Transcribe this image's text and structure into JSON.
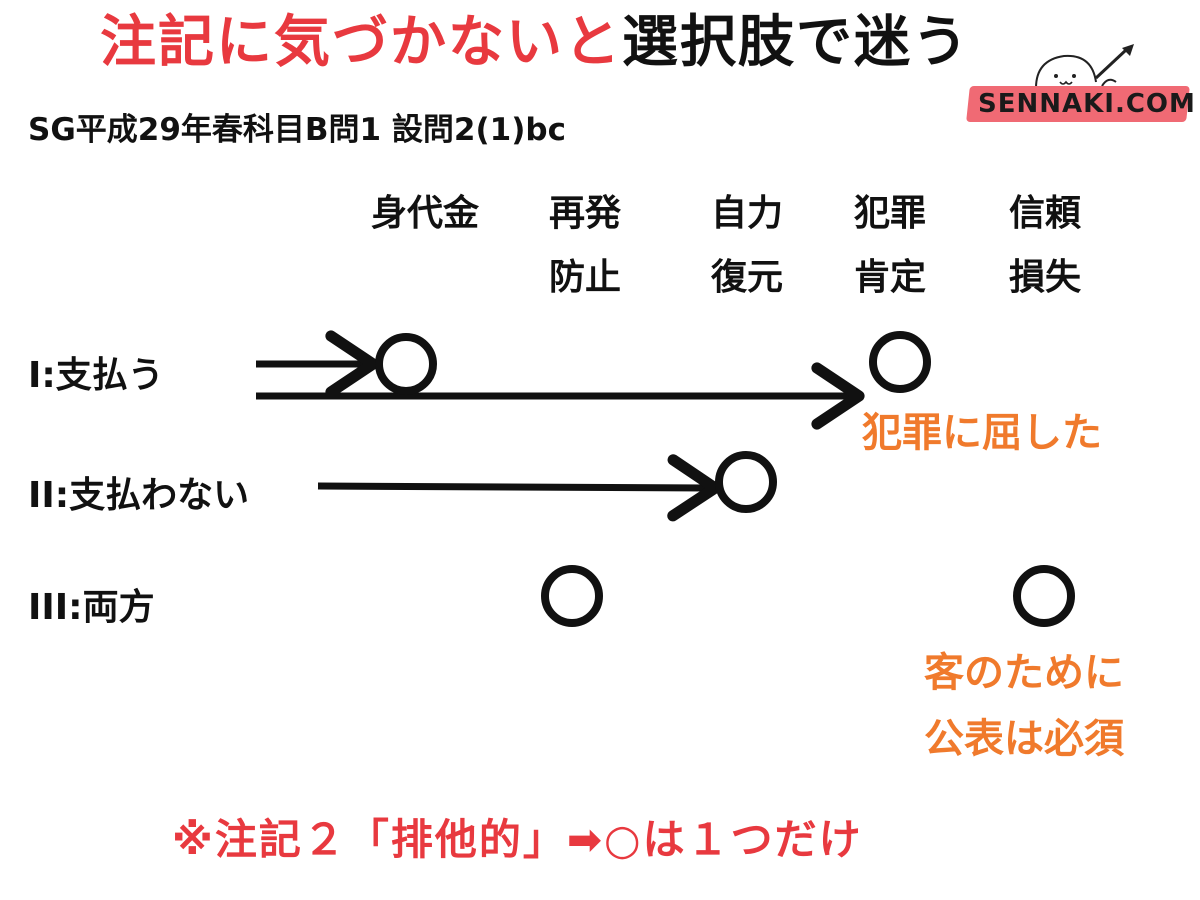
{
  "title": {
    "red_part": "注記に気づかないと",
    "black_part": "選択肢で迷う"
  },
  "subtitle": "SG平成29年春科目B問1 設問2(1)bc",
  "brand": "SENNAKI.COM",
  "columns": [
    {
      "line1": "身代金",
      "line2": ""
    },
    {
      "line1": "再発",
      "line2": "防止"
    },
    {
      "line1": "自力",
      "line2": "復元"
    },
    {
      "line1": "犯罪",
      "line2": "肯定"
    },
    {
      "line1": "信頼",
      "line2": "損失"
    }
  ],
  "rows": [
    {
      "label": "I:支払う"
    },
    {
      "label": "II:支払わない"
    },
    {
      "label": "III:両方"
    }
  ],
  "notes": {
    "crime": "犯罪に屈した",
    "customer_line1": "客のために",
    "customer_line2": "公表は必須"
  },
  "footer": "※注記２「排他的」➡○は１つだけ"
}
